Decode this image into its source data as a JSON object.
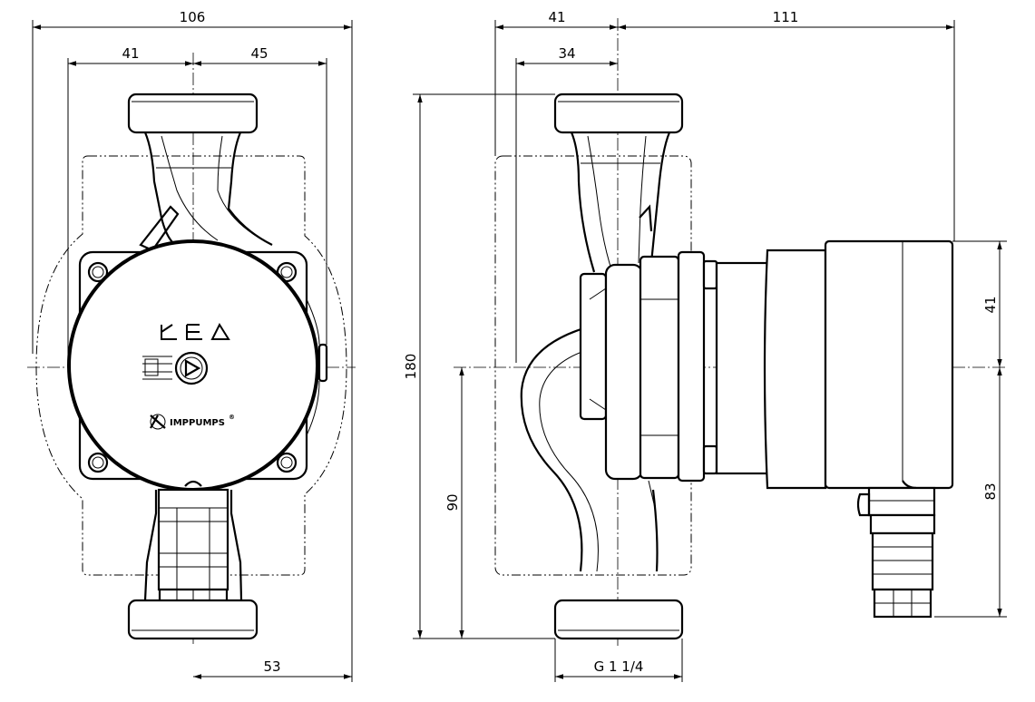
{
  "drawing": {
    "front_view": {
      "dim_total_width": "106",
      "dim_left_half": "41",
      "dim_right_half": "45",
      "dim_bottom": "53",
      "logo_text": "IMPPUMPS",
      "logo_mark": "®"
    },
    "side_view": {
      "dim_left_top": "41",
      "dim_left_inner": "34",
      "dim_motor_length": "111",
      "dim_total_height": "180",
      "dim_lower_height": "90",
      "dim_upper_right": "41",
      "dim_lower_right": "83",
      "thread_label": "G 1 1/4"
    },
    "icons": [
      "pump-brand-logo",
      "play-icon",
      "speed-setting-icons"
    ]
  }
}
